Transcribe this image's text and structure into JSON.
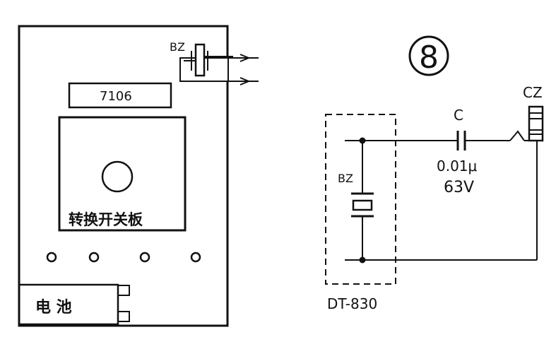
{
  "figure_number": "8",
  "left_device": {
    "bz_label": "BZ",
    "chip_label": "7106",
    "switch_board_label": "转换开关板",
    "battery_label": "电 池"
  },
  "circuit": {
    "meter_label": "DT-830",
    "bz_label": "BZ",
    "capacitor_label": "C",
    "capacitor_value": "0.01μ",
    "capacitor_voltage": "63V",
    "connector_label": "CZ"
  },
  "colors": {
    "ink": "#111111",
    "background": "#ffffff"
  }
}
